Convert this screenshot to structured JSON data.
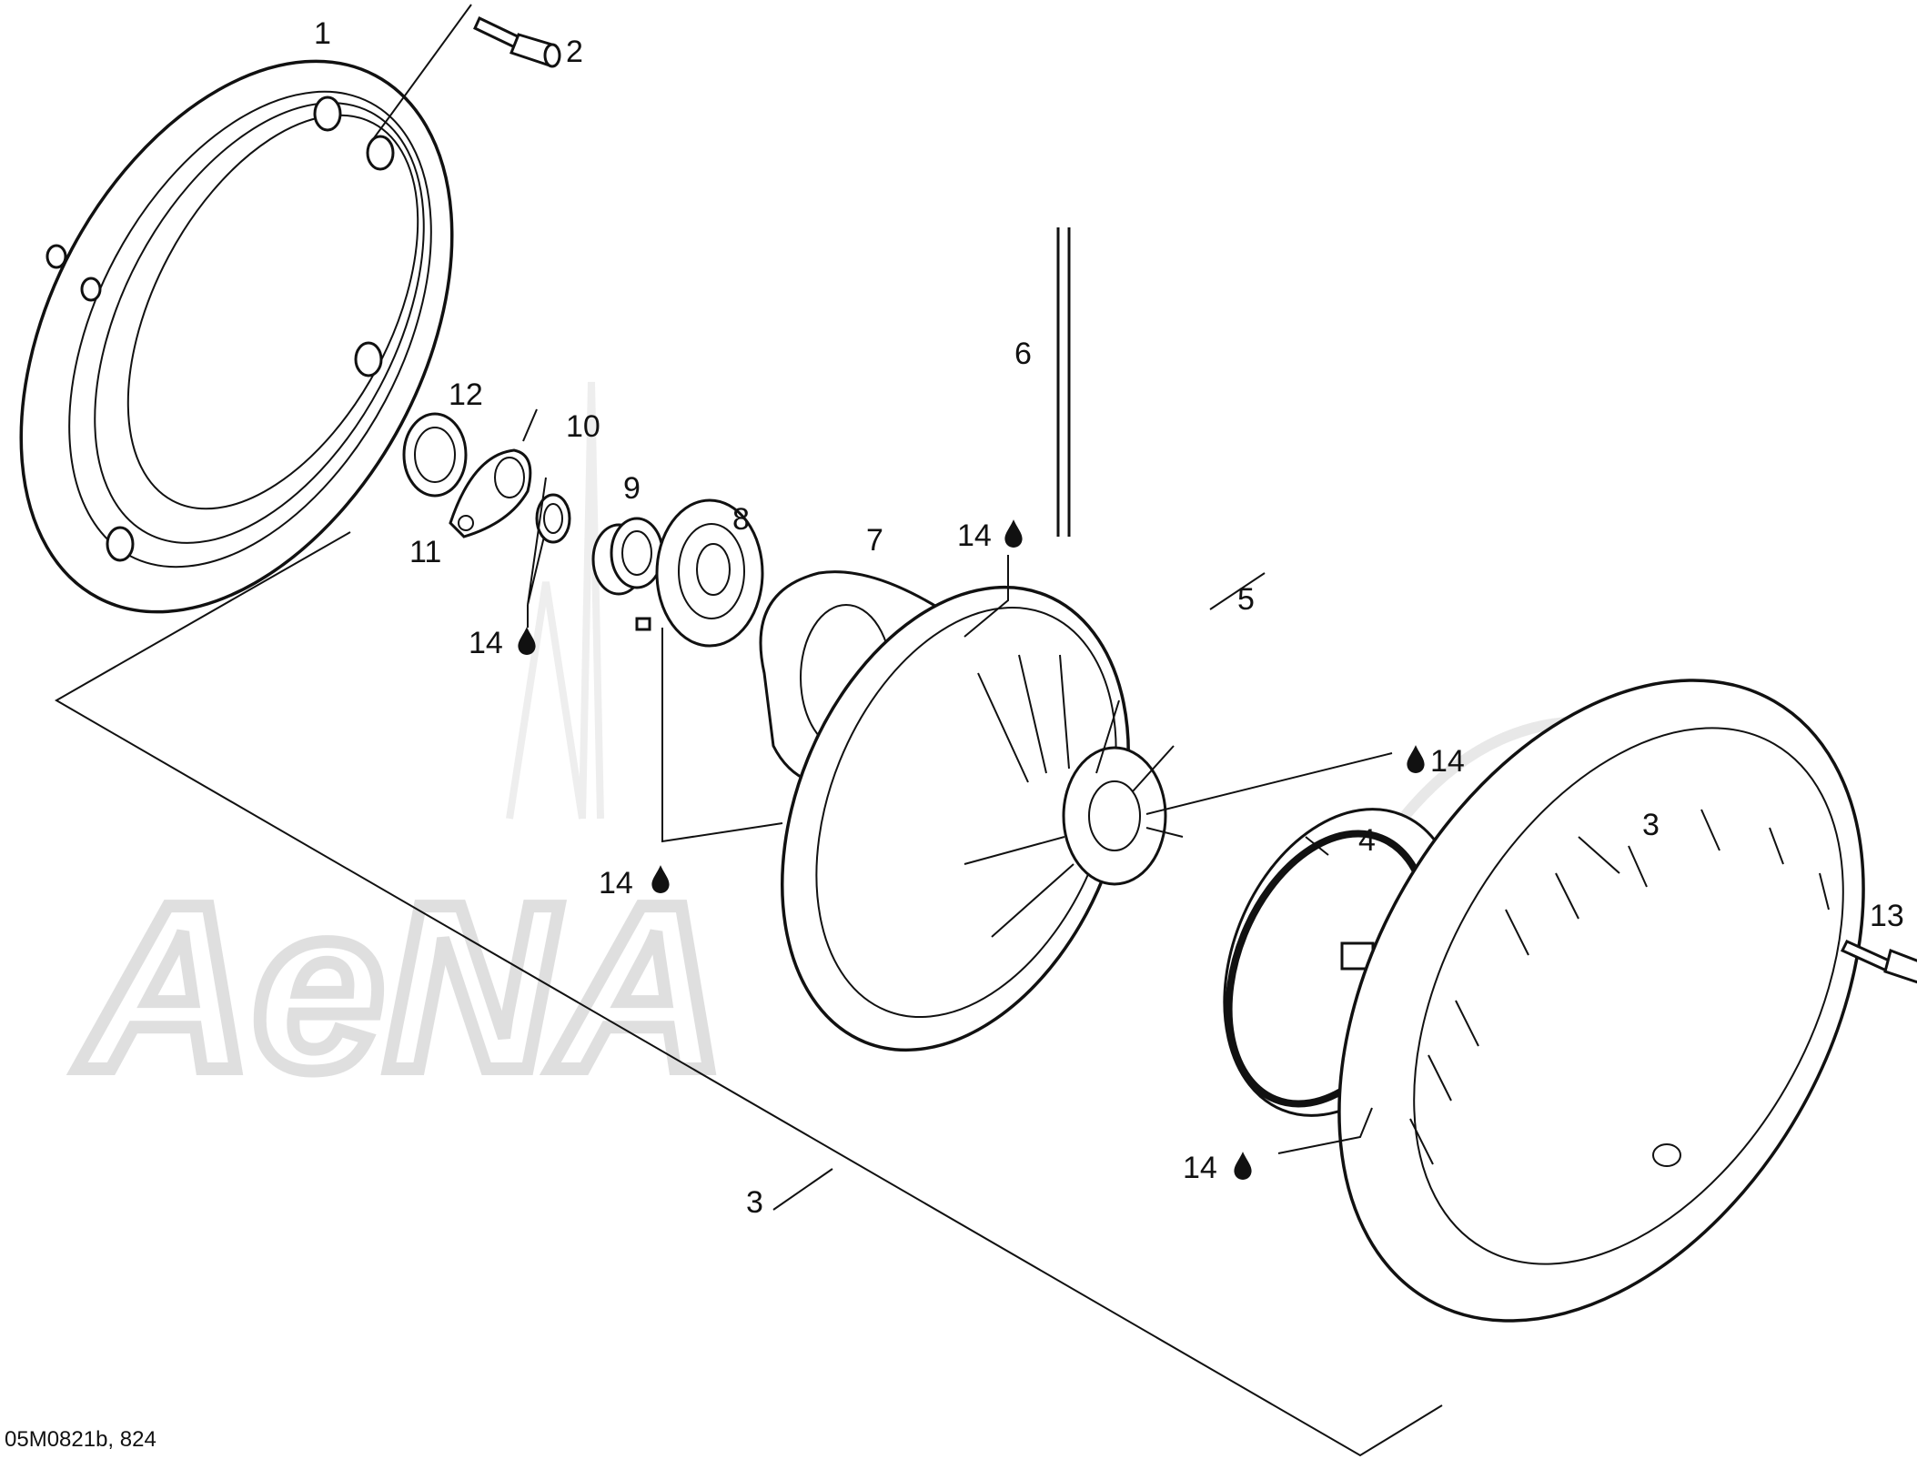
{
  "watermark": "AeNA",
  "drawing_code": "05M0821b, 824",
  "callouts": {
    "p1": "1",
    "p2": "2",
    "p3_cover": "3",
    "p3_assembly": "3",
    "p4": "4",
    "p5": "5",
    "p6": "6",
    "p7": "7",
    "p8": "8",
    "p9": "9",
    "p10": "10",
    "p11": "11",
    "p12": "12",
    "p13": "13",
    "lube_a": "14",
    "lube_b": "14",
    "lube_c": "14",
    "lube_d": "14",
    "lube_e": "14"
  },
  "icons": {
    "lubricant": "oil-drop-icon"
  }
}
